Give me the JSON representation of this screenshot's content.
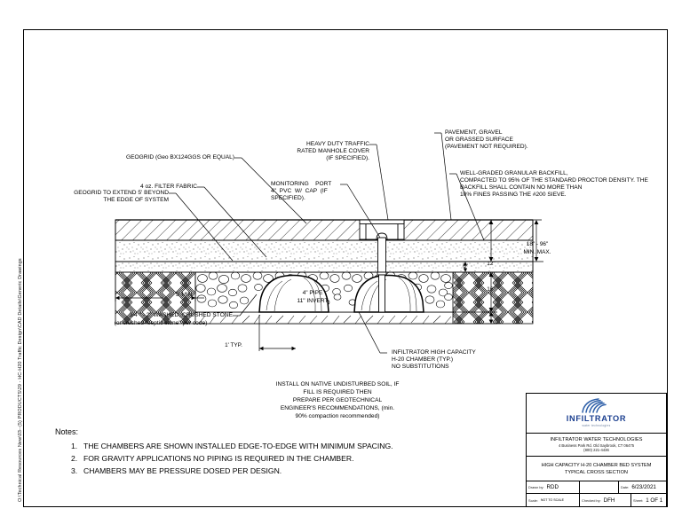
{
  "sheet": {
    "filepath": "O:\\Technical Resources New\\03--(5) PRODUCTS\\29 - HC-H20 Traffic Design\\CAD Details\\Generic Drawings"
  },
  "callouts": {
    "geogrid_type": "GEOGRID (Geo BX124GGS OR EQUAL)",
    "filter_fabric": "4 oz. FILTER FABRIC",
    "geogrid_extend_l1": "GEOGRID TO EXTEND 5' BEYOND",
    "geogrid_extend_l2": "THE EDGE OF SYSTEM",
    "manhole_l1": "HEAVY DUTY TRAFFIC",
    "manhole_l2": "RATED MANHOLE COVER",
    "manhole_l3": "(IF SPECIFIED).",
    "monitor_l1": "MONITORING    PORT",
    "monitor_l2": "4\"  PVC  W/  CAP  (IF",
    "monitor_l3": "SPECIFIED).",
    "pavement_l1": "PAVEMENT, GRAVEL",
    "pavement_l2": "OR GRASSED SURFACE",
    "pavement_l3": "(PAVEMENT NOT REQUIRED).",
    "backfill_l1": "WELL-GRADED GRANULAR BACKFILL,",
    "backfill_l2": "COMPACTED TO 95% OF THE STANDARD PROCTOR DENSITY. THE",
    "backfill_l3": "BACKFILL SHALL CONTAIN NO MORE THAN",
    "backfill_l4": "10% FINES PASSING THE #200 SIEVE.",
    "stone_l1": "3/4 \" - 2\" WASHED, CRUSHED STONE",
    "stone_l2": "(or crushed \"septic stone\" per code)",
    "pipe_l1": "4\" PIPE",
    "pipe_l2": "11\" INVERT",
    "chamber_l1": "INFILTRATOR HIGH CAPACITY",
    "chamber_l2": "H-20 CHAMBER (TYP.)",
    "chamber_l3": "NO SUBSTITUTIONS",
    "subgrade_l1": "INSTALL ON NATIVE UNDISTURBED SOIL, IF",
    "subgrade_l2": "FILL IS REQUIRED THEN",
    "subgrade_l3": "PREPARE PER GEOTECHNICAL",
    "subgrade_l4": "ENGINEER'S RECOMMENDATIONS, (min.",
    "subgrade_l5": "90% compaction recommended)"
  },
  "dimensions": {
    "cover_min_max_l1": "18\" - 96\"",
    "cover_min_max_l2": "MIN. MAX.",
    "twelve": "12\"",
    "six": "6\"",
    "sixteen": "16\"",
    "five_min": "5' MIN.",
    "one_typ": "1' TYP."
  },
  "notes": {
    "title": "Notes:",
    "items": [
      {
        "num": "1.",
        "text": "THE CHAMBERS ARE SHOWN INSTALLED EDGE-TO-EDGE WITH MINIMUM SPACING."
      },
      {
        "num": "2.",
        "text": "FOR GRAVITY APPLICATIONS NO PIPING IS REQUIRED IN THE CHAMBER."
      },
      {
        "num": "3.",
        "text": "CHAMBERS MAY BE PRESSURE DOSED PER DESIGN."
      }
    ]
  },
  "titleblock": {
    "logo_word": "INFILTRATOR",
    "logo_tag": "water technologies",
    "company": "INFILTRATOR WATER TECHNOLOGIES",
    "address": "4 Business Park Rd. Old Saybrook, CT 06475",
    "phone": "(800) 221-4436",
    "desc_line1": "HIGH CAPACITY H-20 CHAMBER BED SYSTEM",
    "desc_line2": "TYPICAL CROSS SECTION",
    "drawn_by_key": "Drawn by:",
    "drawn_by_value": "RDD",
    "date_key": "Date:",
    "date_value": "6/23/2021",
    "scale_key": "Scale:",
    "scale_value": "NOT TO SCALE",
    "checked_by_key": "Checked by:",
    "checked_by_value": "DFH",
    "sheet_key": "Sheet:",
    "sheet_value": "1 OF 1"
  },
  "colors": {
    "ink": "#000000",
    "brand_blue": "#1b3f8f",
    "paper": "#ffffff"
  }
}
